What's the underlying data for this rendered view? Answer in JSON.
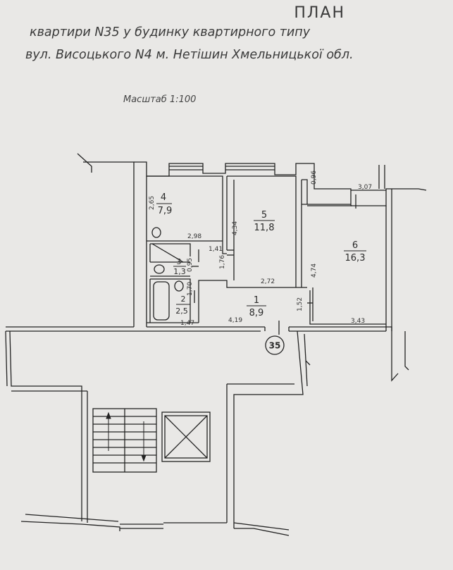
{
  "header": {
    "title": "ПЛАН",
    "line1": "квартири N35 у будинку квартирного типу",
    "line2": "вул. Висоцького N4 м. Нетішин Хмельницької обл.",
    "scale": "Масштаб 1:100"
  },
  "apartment_number": "35",
  "rooms": [
    {
      "number": "4",
      "area": "7,9"
    },
    {
      "number": "5",
      "area": "11,8"
    },
    {
      "number": "6",
      "area": "16,3"
    },
    {
      "number": "3",
      "area": "1,3"
    },
    {
      "number": "2",
      "area": "2,5"
    },
    {
      "number": "1",
      "area": "8,9"
    }
  ],
  "dimensions": {
    "d_2_65": "2,65",
    "d_2_98": "2,98",
    "d_4_34": "4,34",
    "d_1_41": "1,41",
    "d_1_76": "1,76",
    "d_2_72": "2,72",
    "d_0_96": "0,96",
    "d_3_07": "3,07",
    "d_4_74": "4,74",
    "d_3_43": "3,43",
    "d_1_52": "1,52",
    "d_4_19": "4,19",
    "d_1_47": "1,47",
    "d_1_70": "1,70",
    "d_0_95": "0,95"
  }
}
